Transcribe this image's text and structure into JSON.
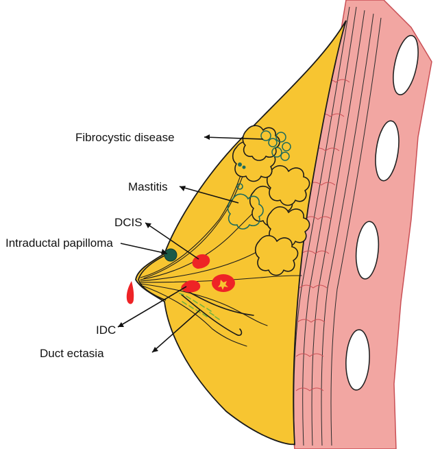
{
  "labels": {
    "fibrocystic": "Fibrocystic disease",
    "mastitis": "Mastitis",
    "dcis": "DCIS",
    "papilloma": "Intraductal papilloma",
    "idc": "IDC",
    "ectasia": "Duct ectasia"
  },
  "colors": {
    "breast_fill": "#f7c531",
    "muscle_fill": "#f2a6a2",
    "muscle_stroke": "#c94f55",
    "lesion_red": "#ee2326",
    "cyst_green": "#1d6b5c",
    "ectasia_green": "#6db33f"
  }
}
